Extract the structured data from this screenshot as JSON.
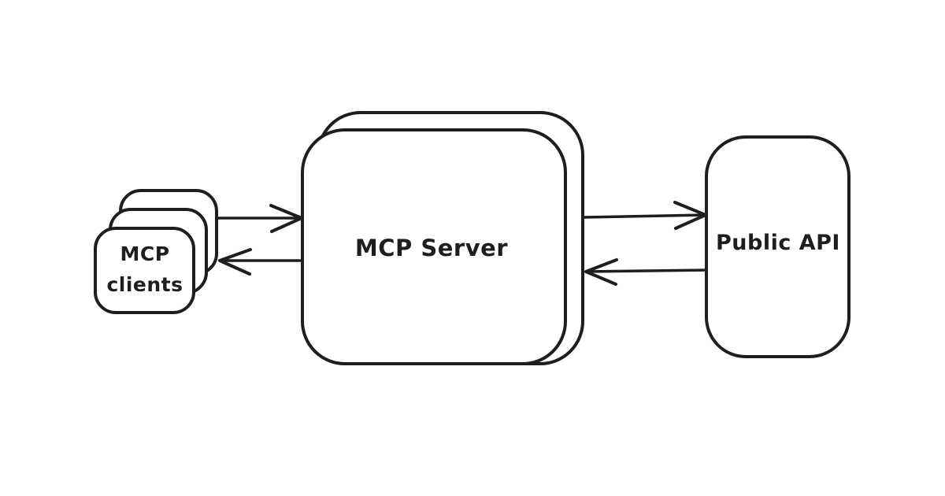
{
  "diagram": {
    "type": "flow-diagram",
    "style": "hand-drawn",
    "background_color": "#ffffff",
    "shape_fill_color": "#ffffff",
    "stroke_color": "#1e1e1e",
    "nodes": {
      "mcp_clients": {
        "label_line1": "MCP",
        "label_line2": "clients",
        "stack_count": 3
      },
      "mcp_server": {
        "label": "MCP Server",
        "stack_count": 2
      },
      "public_api": {
        "label": "Public API",
        "stack_count": 1
      }
    },
    "edges": [
      {
        "from": "MCP clients",
        "to": "MCP Server",
        "arrow_direction": "right"
      },
      {
        "from": "MCP Server",
        "to": "MCP clients",
        "arrow_direction": "left"
      },
      {
        "from": "MCP Server",
        "to": "Public API",
        "arrow_direction": "right"
      },
      {
        "from": "Public API",
        "to": "MCP Server",
        "arrow_direction": "left"
      }
    ]
  }
}
